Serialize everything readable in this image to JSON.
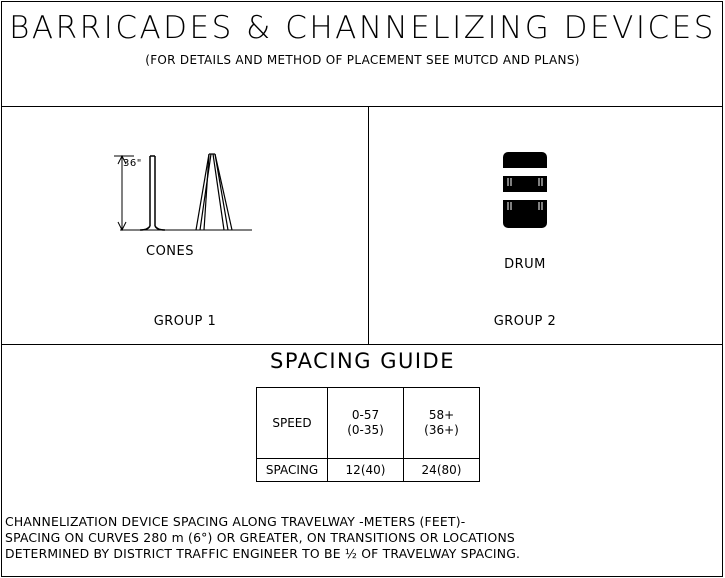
{
  "title": "BARRICADES & CHANNELIZING DEVICES",
  "subtitle": "(FOR DETAILS AND METHOD OF PLACEMENT SEE MUTCD AND PLANS)",
  "group1": {
    "dimension_label": "36\"",
    "device_label": "CONES",
    "group_label": "GROUP 1"
  },
  "group2": {
    "device_label": "DRUM",
    "group_label": "GROUP 2"
  },
  "spacing_guide": {
    "title": "SPACING GUIDE",
    "header": {
      "label": "SPEED",
      "col1_line1": "0-57",
      "col1_line2": "(0-35)",
      "col2_line1": "58+",
      "col2_line2": "(36+)"
    },
    "row": {
      "label": "SPACING",
      "col1": "12(40)",
      "col2": "24(80)"
    }
  },
  "notes": [
    "CHANNELIZATION DEVICE SPACING ALONG TRAVELWAY -METERS (FEET)-",
    "SPACING ON CURVES 280 m (6°) OR GREATER, ON TRANSITIONS OR LOCATIONS",
    "DETERMINED BY DISTRICT TRAFFIC ENGINEER TO BE ½ OF TRAVELWAY SPACING."
  ]
}
